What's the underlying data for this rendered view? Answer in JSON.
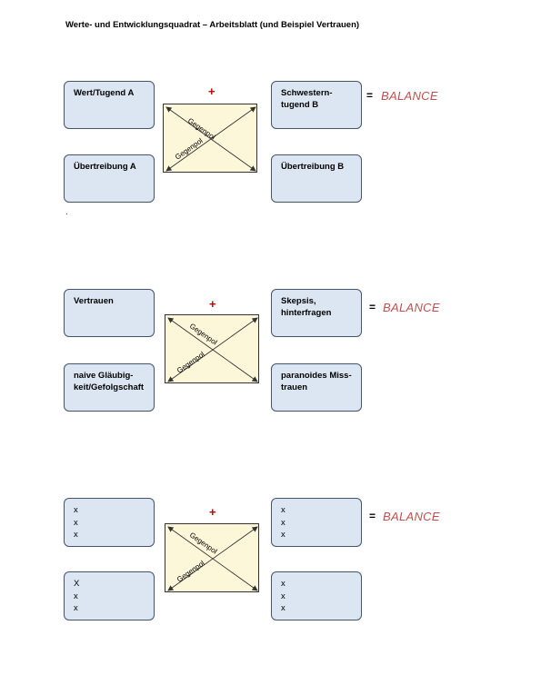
{
  "title": "Werte- und Entwicklungsquadrat – Arbeitsblatt  (und Beispiel Vertrauen)",
  "plus": "+",
  "equals": "=",
  "balance": "BALANCE",
  "gegenpol": "Gegenpol",
  "stray_mark": ".",
  "quadrants": [
    {
      "tl": [
        "Wert/Tugend A"
      ],
      "tr": [
        "Schwestern-",
        "tugend B"
      ],
      "bl": [
        "Übertreibung A"
      ],
      "br": [
        "Übertreibung B"
      ]
    },
    {
      "tl": [
        "Vertrauen"
      ],
      "tr": [
        "Skepsis,",
        "hinterfragen"
      ],
      "bl": [
        "naive Gläubig-",
        "keit/Gefolgschaft"
      ],
      "br": [
        "paranoides Miss-",
        "trauen"
      ]
    },
    {
      "tl": [
        "x",
        "x",
        "x"
      ],
      "tr": [
        "x",
        "x",
        "x"
      ],
      "bl": [
        "X",
        "x",
        "x"
      ],
      "br": [
        "x",
        "x",
        "x"
      ]
    }
  ]
}
